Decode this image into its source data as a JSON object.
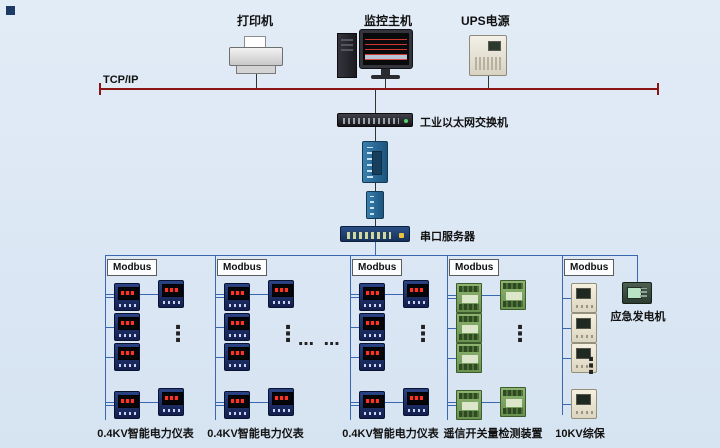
{
  "top": {
    "printer_label": "打印机",
    "monitor_label": "监控主机",
    "ups_label": "UPS电源"
  },
  "backbone": {
    "tcpip_label": "TCP/IP",
    "switch_label": "工业以太网交换机",
    "serial_server_label": "串口服务器"
  },
  "modbus_label": "Modbus",
  "branch_labels": {
    "b1": "0.4KV智能电力仪表",
    "b2": "0.4KV智能电力仪表",
    "b3": "0.4KV智能电力仪表",
    "b4": "遥信开关量检测装置",
    "b5": "10KV综保"
  },
  "generator_label": "应急发电机",
  "ellipsis_h": "… …",
  "ellipsis_v": "⋮",
  "colors": {
    "background": "#dae6f2",
    "tcpip_line": "#8b1515",
    "modbus_bus_line": "#3a68b0",
    "connector_line": "#333333",
    "meter_body": "#17255a",
    "meter_display": "#ff3323",
    "io_module_body": "#79a75e",
    "protection_body": "#efe9d6"
  }
}
